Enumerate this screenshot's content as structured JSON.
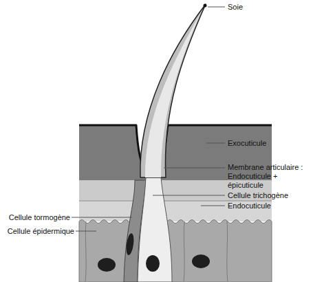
{
  "diagram": {
    "labels": [
      "Soie",
      "Exocuticule",
      "Membrane articulaire : Endocuticule + épicuticule",
      "Cellule trichogène",
      "Endocuticule",
      "Cellule tormogène",
      "Cellule épidermique"
    ]
  }
}
